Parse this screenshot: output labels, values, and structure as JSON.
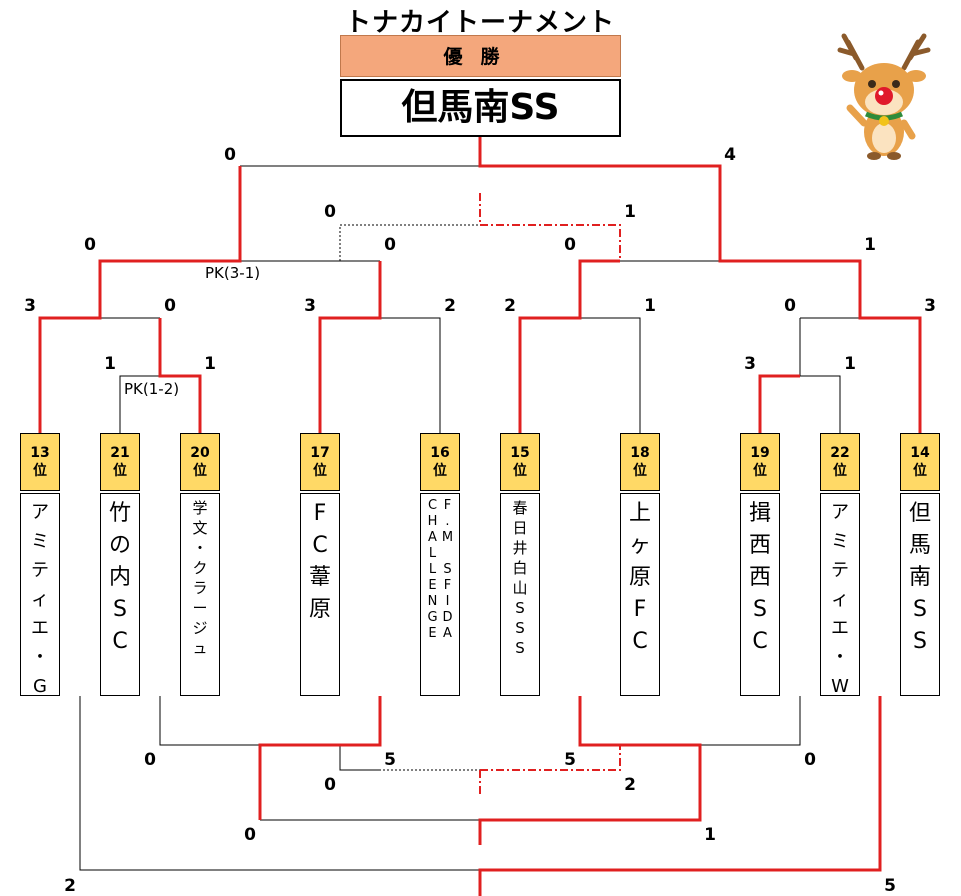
{
  "title": "トナカイトーナメント",
  "winner": {
    "header": "優勝",
    "team": "但馬南SS"
  },
  "colors": {
    "winner_path": "#e02020",
    "line": "#000000",
    "rank_bg": "#ffd966",
    "winner_header_bg": "#f4a77c"
  },
  "teams": [
    {
      "rank": [
        "13",
        "位"
      ],
      "cols": [
        "アミティエ・G"
      ],
      "size": "m"
    },
    {
      "rank": [
        "21",
        "位"
      ],
      "cols": [
        "竹の内SC"
      ],
      "size": "l"
    },
    {
      "rank": [
        "20",
        "位"
      ],
      "cols": [
        "学文・クラージュ"
      ],
      "size": "s"
    },
    {
      "rank": [
        "17",
        "位"
      ],
      "cols": [
        "FC葦原"
      ],
      "size": "l"
    },
    {
      "rank": [
        "16",
        "位"
      ],
      "cols": [
        "F.M SFIDA",
        "CHALLENGE"
      ],
      "size": "xs"
    },
    {
      "rank": [
        "15",
        "位"
      ],
      "cols": [
        "春日井白山SSS"
      ],
      "size": "s"
    },
    {
      "rank": [
        "18",
        "位"
      ],
      "cols": [
        "上ヶ原FC"
      ],
      "size": "l"
    },
    {
      "rank": [
        "19",
        "位"
      ],
      "cols": [
        "揖西西SC"
      ],
      "size": "l"
    },
    {
      "rank": [
        "22",
        "位"
      ],
      "cols": [
        "アミティエ・W"
      ],
      "size": "m"
    },
    {
      "rank": [
        "14",
        "位"
      ],
      "cols": [
        "但馬南SS"
      ],
      "size": "l"
    }
  ],
  "scores": [
    {
      "text": "0"
    },
    {
      "text": "4"
    },
    {
      "text": "0"
    },
    {
      "text": "1"
    },
    {
      "text": "0"
    },
    {
      "text": "0"
    },
    {
      "text": "0"
    },
    {
      "text": "1"
    },
    {
      "text": "3"
    },
    {
      "text": "0"
    },
    {
      "text": "3"
    },
    {
      "text": "2"
    },
    {
      "text": "2"
    },
    {
      "text": "1"
    },
    {
      "text": "0"
    },
    {
      "text": "3"
    },
    {
      "text": "1"
    },
    {
      "text": "1"
    },
    {
      "text": "3"
    },
    {
      "text": "1"
    },
    {
      "text": "0"
    },
    {
      "text": "5"
    },
    {
      "text": "5"
    },
    {
      "text": "0"
    },
    {
      "text": "0"
    },
    {
      "text": "2"
    },
    {
      "text": "0"
    },
    {
      "text": "1"
    },
    {
      "text": "2"
    },
    {
      "text": "5"
    }
  ],
  "pk_labels": [
    {
      "text": "PK(3-1)"
    },
    {
      "text": "PK(1-2)"
    }
  ],
  "mascot": "reindeer-icon"
}
